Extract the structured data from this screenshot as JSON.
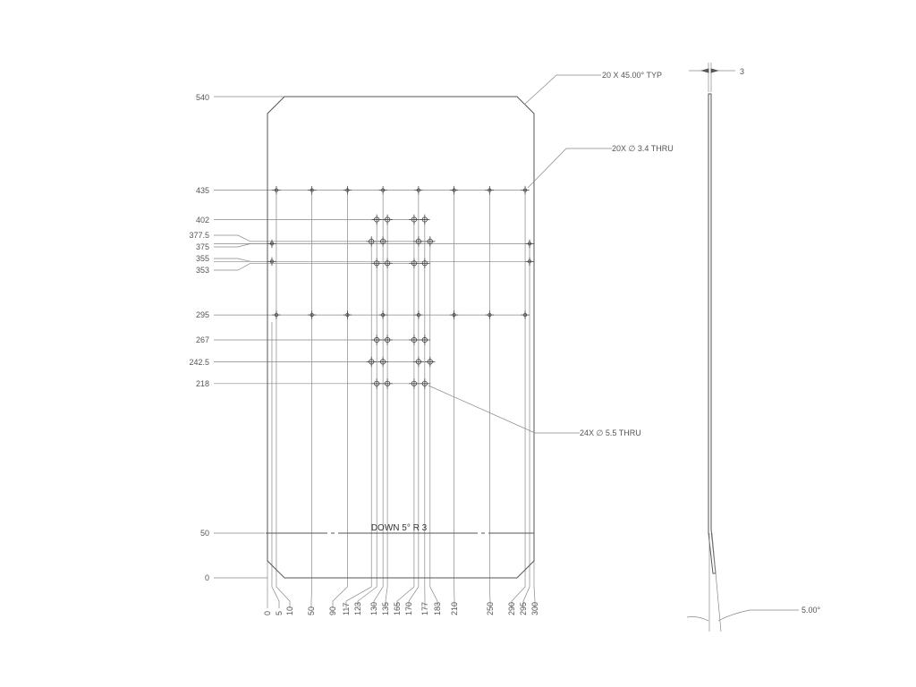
{
  "callouts": {
    "chamfer": "20 X 45.00° TYP",
    "small_holes": "20X  ∅  3.4 THRU",
    "large_holes": "24X  ∅  5.5 THRU",
    "thickness": "3",
    "bend_line": "DOWN  5°  R 3",
    "bend_angle": "5.00°"
  },
  "ordinates": {
    "y": [
      "540",
      "435",
      "402",
      "377.5",
      "375",
      "355",
      "353",
      "295",
      "267",
      "242.5",
      "218",
      "50",
      "0"
    ],
    "x": [
      "0",
      "5",
      "10",
      "50",
      "90",
      "117",
      "123",
      "130",
      "135",
      "165",
      "170",
      "177",
      "183",
      "210",
      "250",
      "290",
      "295",
      "300"
    ]
  },
  "holes": {
    "small_diameter": 3.4,
    "small_count": 20,
    "large_diameter": 5.5,
    "large_count": 24
  }
}
